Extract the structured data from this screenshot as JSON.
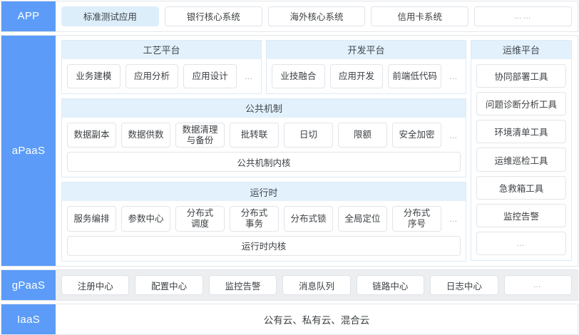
{
  "colors": {
    "layer_label_blue": "#5c9cf8",
    "panel_title_blue": "#e3f1fc",
    "highlight_chip": "#ddeefb",
    "tile_border": "#e1e4e8",
    "gpaas_strip": "#eceef0"
  },
  "ellipsis_short": "…",
  "ellipsis_long": "……",
  "layers": {
    "app": {
      "label": "APP",
      "items": [
        {
          "label": "标准测试应用",
          "highlighted": true
        },
        {
          "label": "银行核心系统",
          "highlighted": false
        },
        {
          "label": "海外核心系统",
          "highlighted": false
        },
        {
          "label": "信用卡系统",
          "highlighted": false
        },
        {
          "label": "……",
          "highlighted": false,
          "is_dots": true
        }
      ]
    },
    "apaas": {
      "label": "aPaaS",
      "panels": {
        "process_platform": {
          "title": "工艺平台",
          "tiles": [
            "业务建模",
            "应用分析",
            "应用设计"
          ],
          "has_ellipsis": true
        },
        "dev_platform": {
          "title": "开发平台",
          "tiles": [
            "业技融合",
            "应用开发",
            "前端低代码"
          ],
          "has_ellipsis": true
        },
        "common_mechanism": {
          "title": "公共机制",
          "tiles": [
            "数据副本",
            "数据供数",
            "数据清理\n与备份",
            "批转联",
            "日切",
            "限额",
            "安全加密"
          ],
          "has_ellipsis": true,
          "kernel_bar": "公共机制内核"
        },
        "runtime": {
          "title": "运行时",
          "tiles": [
            "服务编排",
            "参数中心",
            "分布式\n调度",
            "分布式\n事务",
            "分布式锁",
            "全局定位",
            "分布式\n序号"
          ],
          "has_ellipsis": true,
          "kernel_bar": "运行时内核"
        },
        "ops_platform": {
          "title": "运维平台",
          "items": [
            "协同部署工具",
            "问题诊断分析工具",
            "环境清单工具",
            "运维巡检工具",
            "急救箱工具",
            "监控告警"
          ],
          "dots_item": "…"
        }
      }
    },
    "gpaas": {
      "label": "gPaaS",
      "items": [
        "注册中心",
        "配置中心",
        "监控告警",
        "消息队列",
        "链路中心",
        "日志中心"
      ],
      "dots_item": "…"
    },
    "iaas": {
      "label": "IaaS",
      "text": "公有云、私有云、混合云"
    }
  }
}
